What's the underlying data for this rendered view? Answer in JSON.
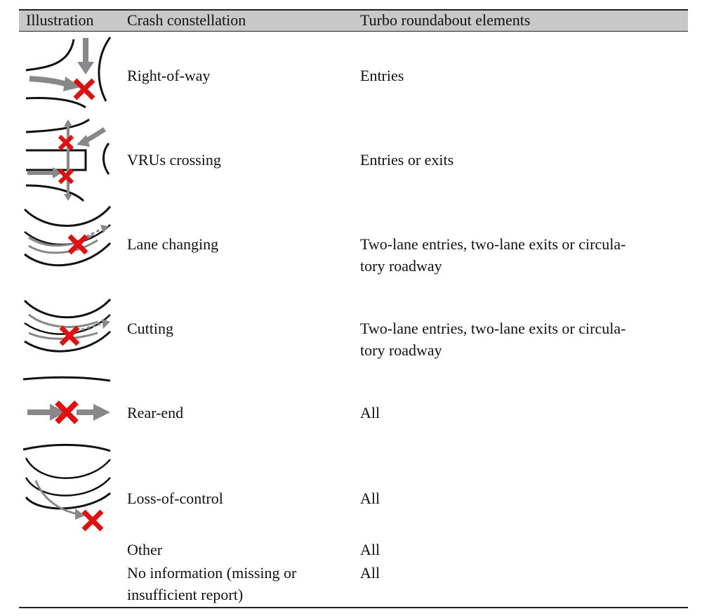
{
  "table": {
    "headers": [
      "Illustration",
      "Crash constellation",
      "Turbo roundabout elements"
    ],
    "rows": [
      {
        "icon": "right-of-way-diagram-icon",
        "constellation": "Right-of-way",
        "elements": [
          "Entries"
        ]
      },
      {
        "icon": "vrus-crossing-diagram-icon",
        "constellation": "VRUs crossing",
        "elements": [
          "Entries or exits"
        ]
      },
      {
        "icon": "lane-changing-diagram-icon",
        "constellation": "Lane changing",
        "elements": [
          "Two-lane entries, two-lane exits or circula-",
          "tory roadway"
        ]
      },
      {
        "icon": "cutting-diagram-icon",
        "constellation": "Cutting",
        "elements": [
          "Two-lane entries, two-lane exits or circula-",
          "tory roadway"
        ]
      },
      {
        "icon": "rear-end-diagram-icon",
        "constellation": "Rear-end",
        "elements": [
          "All"
        ]
      },
      {
        "icon": "loss-of-control-diagram-icon",
        "constellation": "Loss-of-control",
        "elements": [
          "All"
        ]
      },
      {
        "icon": "",
        "constellation": "Other",
        "elements": [
          "All"
        ]
      },
      {
        "icon": "",
        "constellation_lines": [
          "No information (missing or",
          "insufficient report)"
        ],
        "elements": [
          "All"
        ]
      }
    ]
  },
  "colors": {
    "header_bg": "#c8c8c8",
    "crash_mark": "#e01010",
    "arrow": "#888888",
    "line": "#111111"
  }
}
